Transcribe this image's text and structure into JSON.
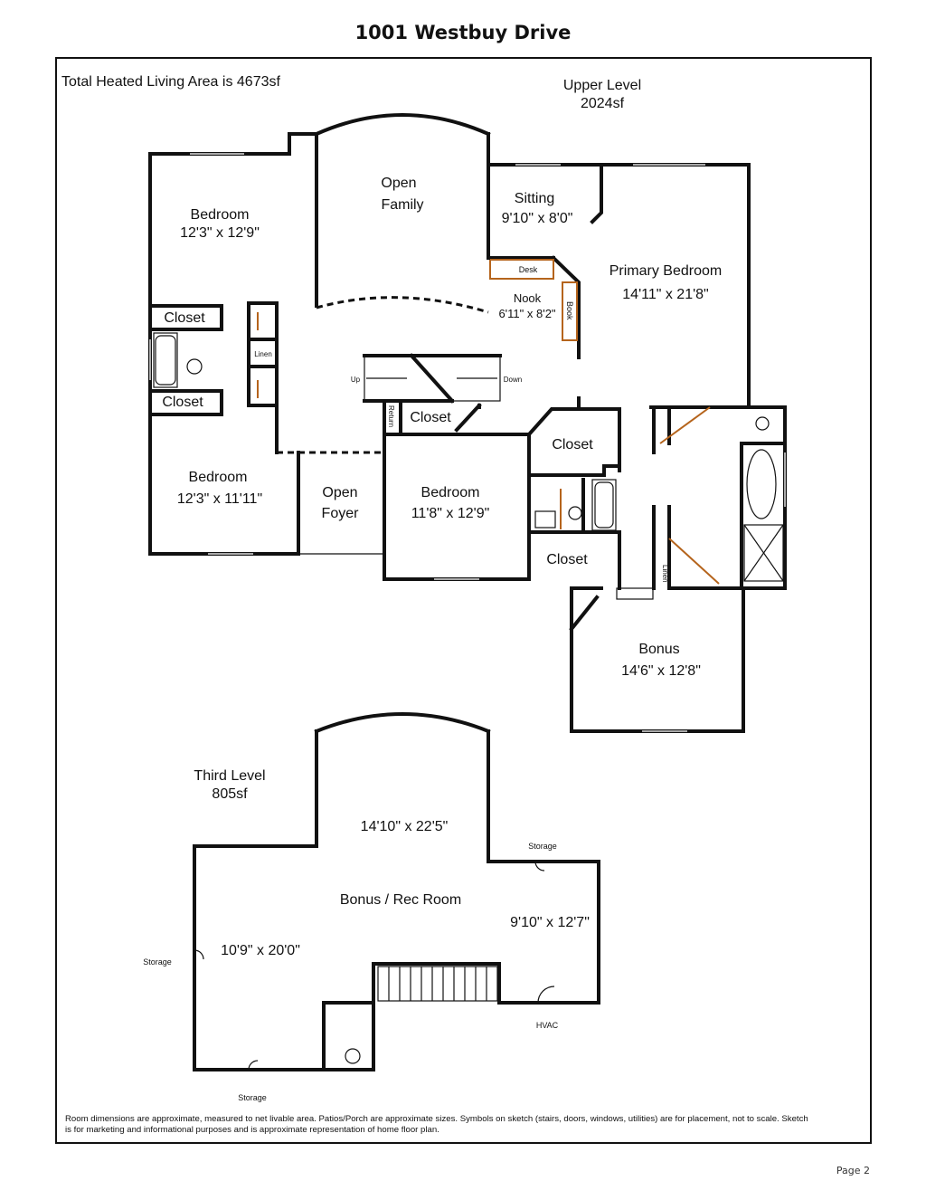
{
  "title": "1001 Westbuy Drive",
  "total_area": "Total Heated Living Area is 4673sf",
  "upper_level": {
    "name": "Upper Level",
    "area": "2024sf"
  },
  "third_level": {
    "name": "Third Level",
    "area": "805sf"
  },
  "rooms_upper": {
    "bedroom1": {
      "name": "Bedroom",
      "dims": "12'3\" x 12'9\""
    },
    "open_family": {
      "line1": "Open",
      "line2": "Family"
    },
    "sitting": {
      "name": "Sitting",
      "dims": "9'10\" x 8'0\""
    },
    "primary": {
      "name": "Primary Bedroom",
      "dims": "14'11\" x 21'8\""
    },
    "desk": "Desk",
    "nook": {
      "name": "Nook",
      "dims": "6'11\" x 8'2\""
    },
    "book": "Book",
    "closet_a": "Closet",
    "closet_b": "Closet",
    "linen_a": "Linen",
    "stair_up": "Up",
    "stair_down": "Down",
    "return": "Return",
    "closet_c": "Closet",
    "closet_d": "Closet",
    "bedroom2": {
      "name": "Bedroom",
      "dims": "12'3\" x 11'11\""
    },
    "open_foyer": {
      "line1": "Open",
      "line2": "Foyer"
    },
    "bedroom3": {
      "name": "Bedroom",
      "dims": "11'8\" x 12'9\""
    },
    "closet_e": "Closet",
    "linen_b": "Linen",
    "bonus": {
      "name": "Bonus",
      "dims": "14'6\" x 12'8\""
    }
  },
  "rooms_third": {
    "dims_top": "14'10\" x 22'5\"",
    "storage_top": "Storage",
    "rec_name": "Bonus / Rec Room",
    "dims_right": "9'10\" x 12'7\"",
    "storage_left": "Storage",
    "dims_left": "10'9\" x 20'0\"",
    "hvac": "HVAC",
    "storage_bottom": "Storage"
  },
  "disclaimer": {
    "line1": "Room dimensions are approximate, measured to net livable area. Patios/Porch are approximate sizes. Symbols on sketch (stairs, doors, windows, utilities) are for placement, not to scale.  Sketch",
    "line2": "is for marketing and informational purposes and is approximate representation of home floor plan."
  },
  "page_label": "Page 2"
}
